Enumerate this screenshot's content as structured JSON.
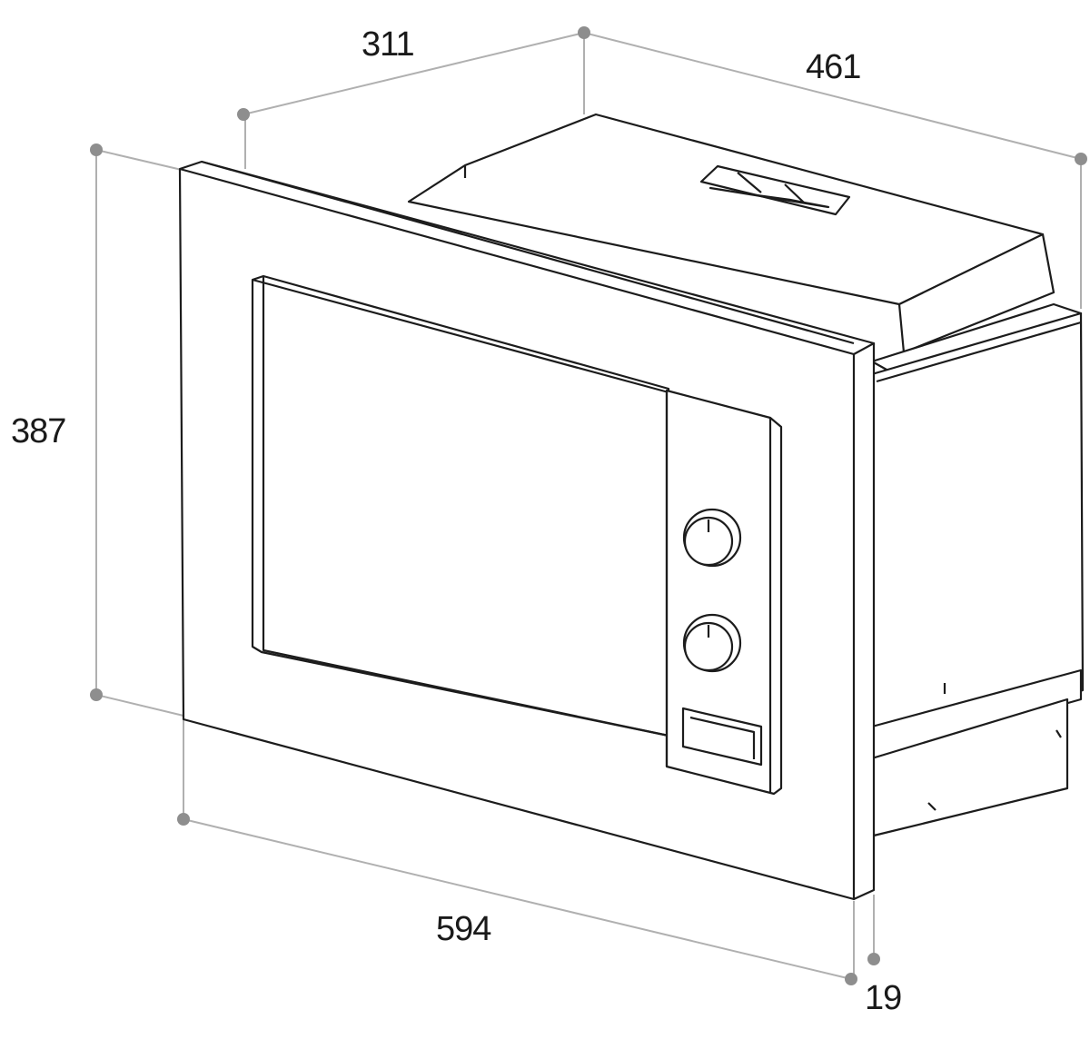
{
  "dimensions": {
    "depth_body": "311",
    "depth_total": "461",
    "height": "387",
    "width": "594",
    "frame_thickness": "19"
  },
  "colors": {
    "outline": "#1c1c1c",
    "dimension_line": "#b0b0b0",
    "dimension_dot": "#8e8e8e",
    "fill": "#ffffff"
  }
}
